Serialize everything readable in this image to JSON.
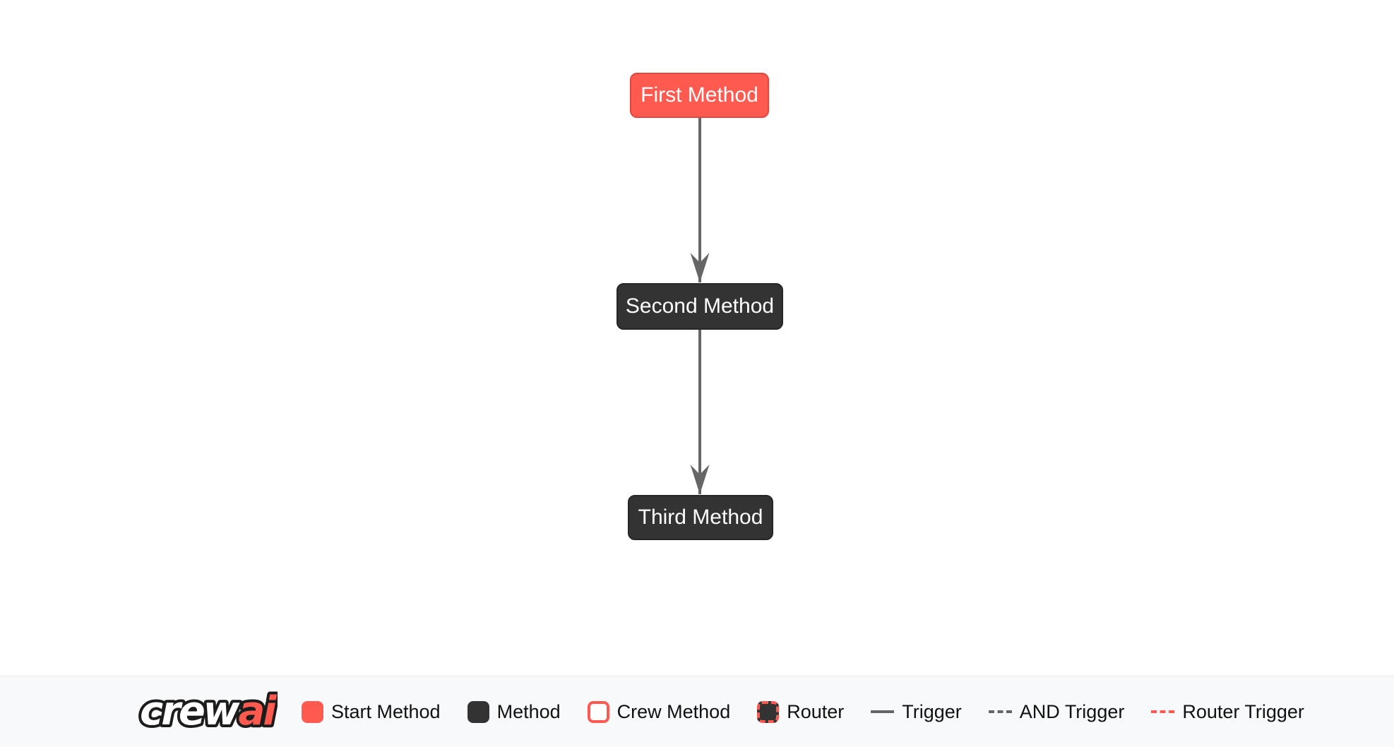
{
  "colors": {
    "accent": "#FF5A50",
    "accent_border": "#E0483F",
    "method": "#333333",
    "method_border": "#262626",
    "edge": "#666666",
    "node_text": "#FFFFFF",
    "legend_bg": "#F8F9FA",
    "legend_border": "#E8EAEC",
    "legend_text": "#111111"
  },
  "flow": {
    "nodes": [
      {
        "label": "First Method",
        "type": "start-method"
      },
      {
        "label": "Second Method",
        "type": "method"
      },
      {
        "label": "Third Method",
        "type": "method"
      }
    ],
    "edges": [
      {
        "from": "First Method",
        "to": "Second Method",
        "type": "trigger"
      },
      {
        "from": "Second Method",
        "to": "Third Method",
        "type": "trigger"
      }
    ]
  },
  "legend": {
    "brand": {
      "part1": "crew",
      "part2": "ai"
    },
    "items": [
      {
        "label": "Start Method",
        "swatch": "start-method"
      },
      {
        "label": "Method",
        "swatch": "method"
      },
      {
        "label": "Crew Method",
        "swatch": "crew-method"
      },
      {
        "label": "Router",
        "swatch": "router"
      },
      {
        "label": "Trigger",
        "swatch": "trigger-line"
      },
      {
        "label": "AND Trigger",
        "swatch": "and-trigger-line"
      },
      {
        "label": "Router Trigger",
        "swatch": "router-trigger-line"
      }
    ]
  }
}
